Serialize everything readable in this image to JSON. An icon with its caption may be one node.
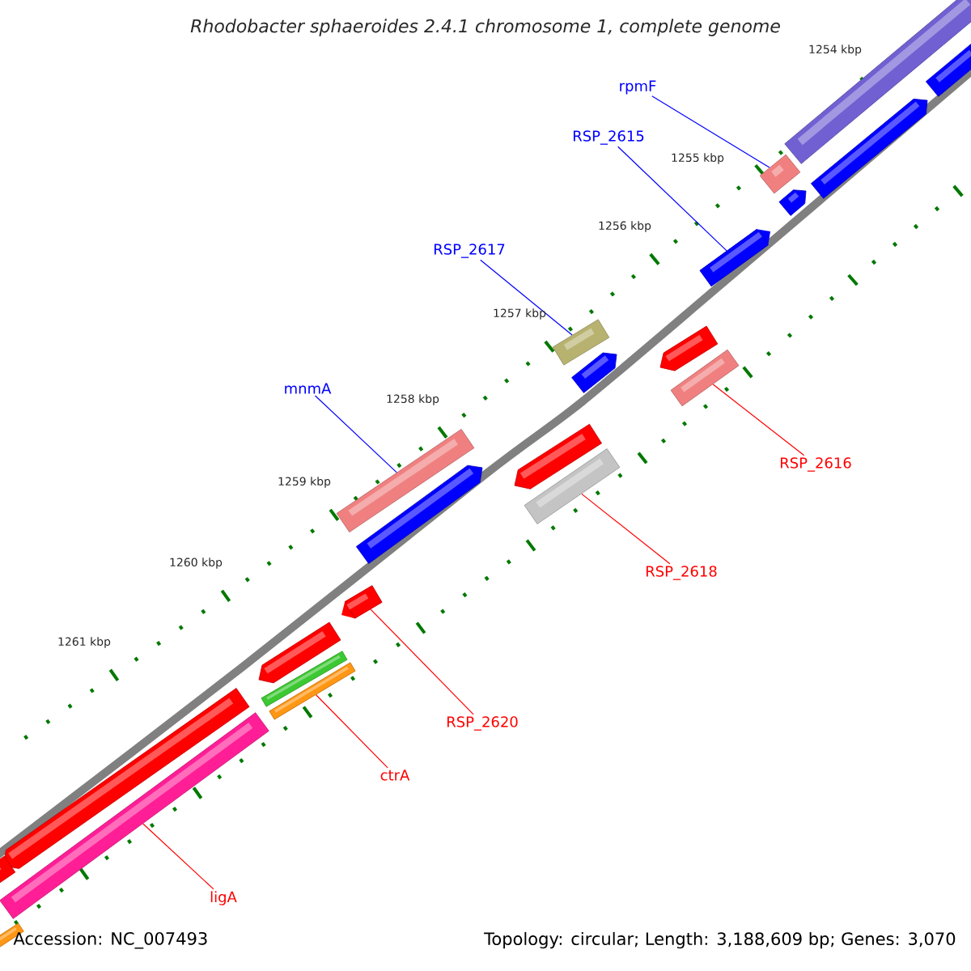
{
  "diagram": {
    "title": "Rhodobacter sphaeroides 2.4.1 chromosome 1, complete genome",
    "nodes": [
      {
        "text": [
          "rpmF"
        ]
      },
      {
        "text": [
          "RSP_2615"
        ]
      },
      {
        "text": [
          "RSP_2617"
        ]
      },
      {
        "text": [
          "mnmA"
        ]
      },
      {
        "text": [
          "RSP_2616"
        ]
      },
      {
        "text": [
          "RSP_2618"
        ]
      },
      {
        "text": [
          "RSP_2620"
        ]
      },
      {
        "text": [
          "ctrA"
        ]
      },
      {
        "text": [
          "ligA"
        ]
      },
      {
        "text": [],
        "shape": "bar"
      },
      {
        "text": [],
        "shape": "bar"
      },
      {
        "text": [],
        "shape": "bar"
      },
      {
        "text": [],
        "shape": "bar"
      },
      {
        "text": [],
        "shape": "bar"
      },
      {
        "text": [],
        "shape": "bar"
      },
      {
        "text": [],
        "shape": "bar"
      },
      {
        "text": [],
        "shape": "bar"
      },
      {
        "text": [],
        "shape": "bar"
      }
    ],
    "edges": [
      {
        "from": 0,
        "to": 9,
        "arrow": "none",
        "color": "#0000ff"
      },
      {
        "from": 1,
        "to": 10,
        "arrow": "none",
        "color": "#0000ff"
      },
      {
        "from": 2,
        "to": 11,
        "arrow": "none",
        "color": "#0000ff"
      },
      {
        "from": 3,
        "to": 12,
        "arrow": "none",
        "color": "#0000ff"
      },
      {
        "from": 4,
        "to": 13,
        "arrow": "none",
        "color": "#ff0000"
      },
      {
        "from": 5,
        "to": 14,
        "arrow": "none",
        "color": "#ff0000"
      },
      {
        "from": 6,
        "to": 15,
        "arrow": "none",
        "color": "#ff0000"
      },
      {
        "from": 7,
        "to": 16,
        "arrow": "none",
        "color": "#ff0000"
      },
      {
        "from": 8,
        "to": 17,
        "arrow": "none",
        "color": "#ff0000"
      }
    ],
    "labels": [
      "1254 kbp",
      "1255 kbp",
      "1256 kbp",
      "1257 kbp",
      "1258 kbp",
      "1259 kbp",
      "1260 kbp",
      "1261 kbp",
      "Accession: NC_007493",
      "Topology: circular; Length: 3,188,609 bp; Genes: 3,070"
    ]
  }
}
